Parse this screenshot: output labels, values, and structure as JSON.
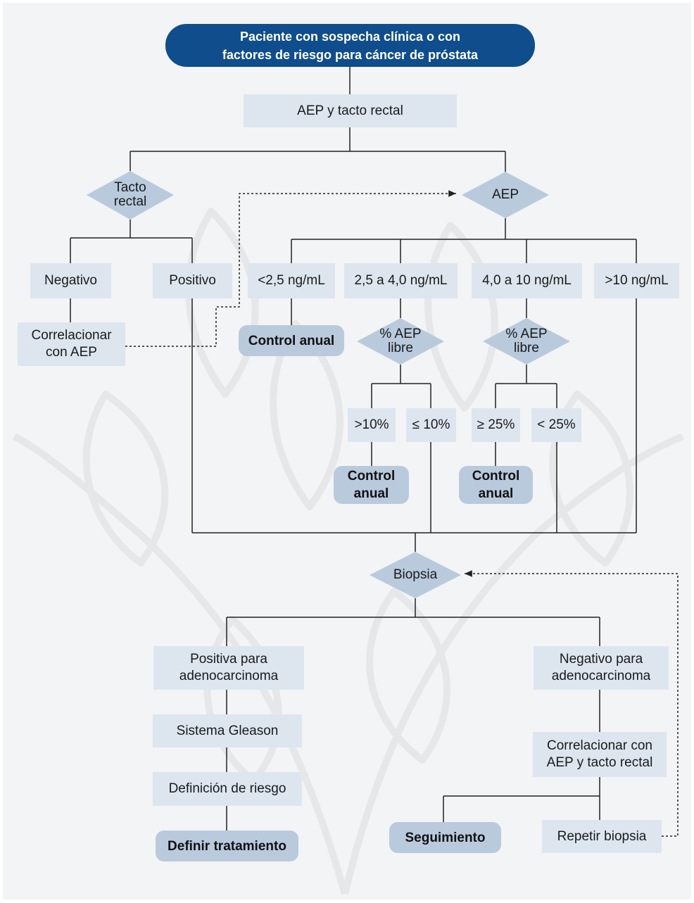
{
  "header": {
    "title": "Paciente con sospecha clínica o con\nfactores de riesgo para cáncer de próstata"
  },
  "colors": {
    "header_bg": "#0f4d8c",
    "box_bg": "#dde6ef",
    "pill_bg": "#b9cadd",
    "diamond_bg": "#b9cadd",
    "line": "#222222",
    "background": "#f3f4f5"
  },
  "nodes": {
    "aep_tacto": "AEP y tacto rectal",
    "tacto_rectal": "Tacto\nrectal",
    "aep": "AEP",
    "negativo": "Negativo",
    "positivo": "Positivo",
    "correlacionar_aep": "Correlacionar\ncon AEP",
    "lt_2_5": "<2,5 ng/mL",
    "r_2_5_4": "2,5 a 4,0 ng/mL",
    "r_4_10": "4,0 a 10 ng/mL",
    "gt_10": ">10 ng/mL",
    "control_anual_1": "Control anual",
    "aep_libre_1": "% AEP\nlibre",
    "aep_libre_2": "% AEP\nlibre",
    "gt_10pct": ">10%",
    "le_10pct": "≤ 10%",
    "ge_25pct": "≥ 25%",
    "lt_25pct": "< 25%",
    "control_anual_2": "Control\nanual",
    "control_anual_3": "Control\nanual",
    "biopsia": "Biopsia",
    "positiva_adeno": "Positiva para\nadenocarcinoma",
    "negativo_adeno": "Negativo para\nadenocarcinoma",
    "gleason": "Sistema Gleason",
    "definicion_riesgo": "Definición de riesgo",
    "definir_tratamiento": "Definir tratamiento",
    "correlacionar_aep_tacto": "Correlacionar con\nAEP y tacto rectal",
    "seguimiento": "Seguimiento",
    "repetir_biopsia": "Repetir biopsia"
  }
}
